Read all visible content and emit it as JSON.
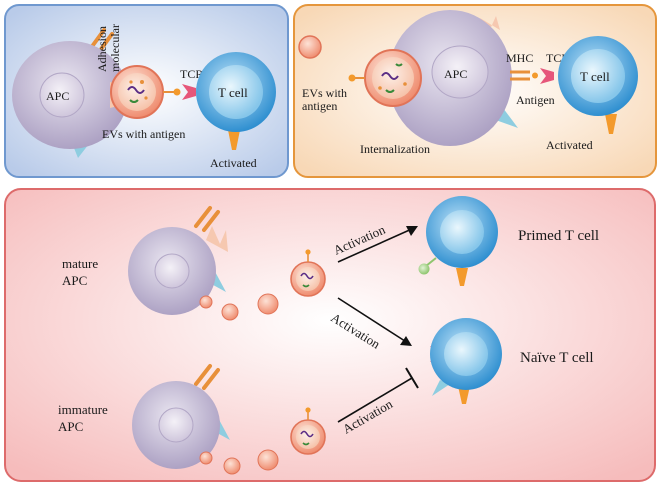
{
  "panel_top_left": {
    "apc": "APC",
    "adhesion_1": "Adhesion",
    "adhesion_2": "molecular",
    "tcr": "TCR",
    "t_cell": "T cell",
    "evs": "EVs with antigen",
    "activated": "Activated"
  },
  "panel_top_right": {
    "apc": "APC",
    "mhc": "MHC",
    "tcr": "TCR",
    "t_cell": "T cell",
    "evs_1": "EVs with",
    "evs_2": "antigen",
    "antigen": "Antigen",
    "internalization": "Internalization",
    "activated": "Activated"
  },
  "panel_bottom": {
    "mature_1": "mature",
    "mature_2": "APC",
    "immature_1": "immature",
    "immature_2": "APC",
    "activation_upper": "Activation",
    "activation_middle": "Activation",
    "activation_lower": "Activation",
    "primed": "Primed T cell",
    "naive": "Naïve T cell"
  },
  "colors": {
    "panel_blue_border": "#6f98cf",
    "panel_orange_border": "#e5963c",
    "panel_red_border": "#dd6b6b",
    "apc": "#b8aecb",
    "t_cell": "#4aa4dd",
    "ev": "#f29a80",
    "receptor_orange": "#f39a2c"
  }
}
